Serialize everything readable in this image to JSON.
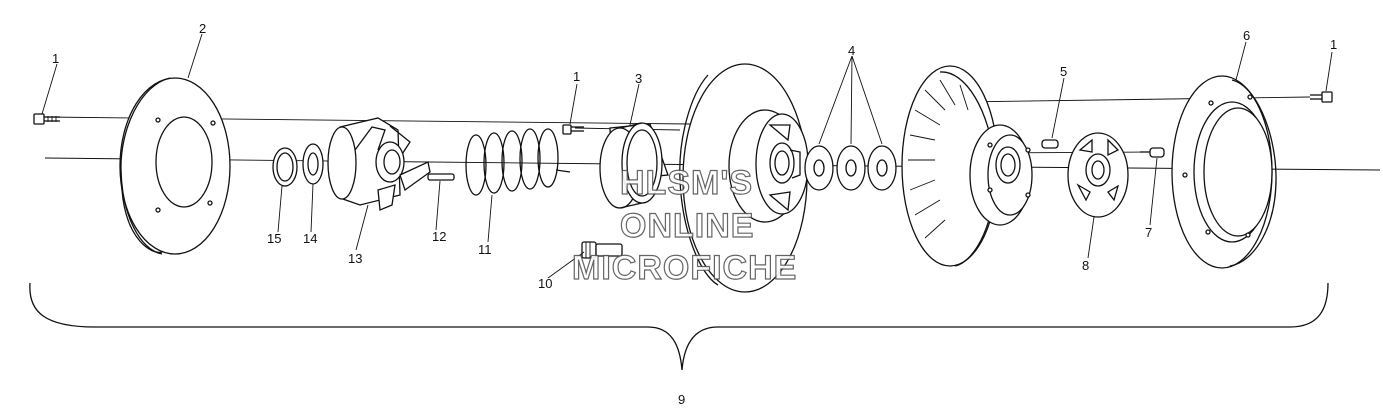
{
  "diagram": {
    "callouts": [
      {
        "id": "c1a",
        "text": "1"
      },
      {
        "id": "c2",
        "text": "2"
      },
      {
        "id": "c1b",
        "text": "1"
      },
      {
        "id": "c3",
        "text": "3"
      },
      {
        "id": "c4",
        "text": "4"
      },
      {
        "id": "c5",
        "text": "5"
      },
      {
        "id": "c6",
        "text": "6"
      },
      {
        "id": "c1c",
        "text": "1"
      },
      {
        "id": "c15",
        "text": "15"
      },
      {
        "id": "c14",
        "text": "14"
      },
      {
        "id": "c13",
        "text": "13"
      },
      {
        "id": "c12",
        "text": "12"
      },
      {
        "id": "c11",
        "text": "11"
      },
      {
        "id": "c10",
        "text": "10"
      },
      {
        "id": "c8",
        "text": "8"
      },
      {
        "id": "c7",
        "text": "7"
      },
      {
        "id": "c9",
        "text": "9"
      }
    ],
    "watermark": [
      "HLSM'S",
      "ONLINE",
      "MICROFICHE"
    ]
  }
}
